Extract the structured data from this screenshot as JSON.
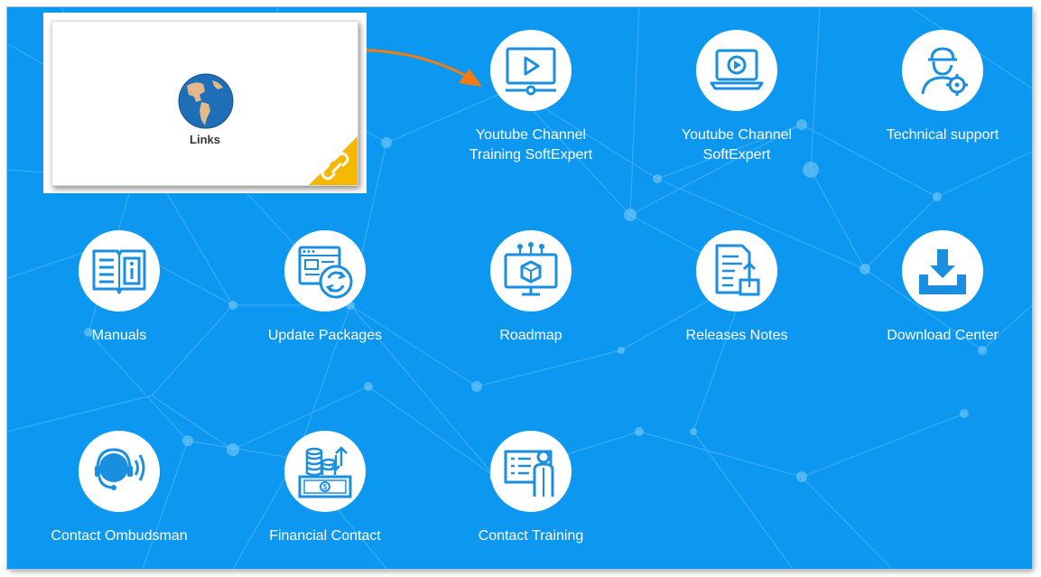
{
  "popup": {
    "label": "Links",
    "icon": "globe-icon",
    "corner_icon": "link-icon",
    "corner_color": "#f5b800"
  },
  "tiles": [
    {
      "id": "youtube-training",
      "label_line1": "Youtube Channel",
      "label_line2": "Training SoftExpert",
      "icon": "video-player-icon"
    },
    {
      "id": "youtube-softexpert",
      "label_line1": "Youtube Channel",
      "label_line2": "SoftExpert",
      "icon": "laptop-video-icon"
    },
    {
      "id": "technical-support",
      "label_line1": "Technical support",
      "label_line2": "",
      "icon": "technician-gear-icon"
    },
    {
      "id": "manuals",
      "label_line1": "Manuals",
      "label_line2": "",
      "icon": "book-info-icon"
    },
    {
      "id": "update-packages",
      "label_line1": "Update Packages",
      "label_line2": "",
      "icon": "window-refresh-icon"
    },
    {
      "id": "roadmap",
      "label_line1": "Roadmap",
      "label_line2": "",
      "icon": "monitor-cube-icon"
    },
    {
      "id": "releases-notes",
      "label_line1": "Releases Notes",
      "label_line2": "",
      "icon": "document-box-icon"
    },
    {
      "id": "download-center",
      "label_line1": "Download Center",
      "label_line2": "",
      "icon": "download-tray-icon"
    },
    {
      "id": "contact-ombudsman",
      "label_line1": "Contact Ombudsman",
      "label_line2": "",
      "icon": "headset-icon"
    },
    {
      "id": "financial-contact",
      "label_line1": "Financial Contact",
      "label_line2": "",
      "icon": "money-coins-icon"
    },
    {
      "id": "contact-training",
      "label_line1": "Contact Training",
      "label_line2": "",
      "icon": "presenter-board-icon"
    }
  ],
  "colors": {
    "background": "#0c98f0",
    "icon_blue": "#1a8fe0",
    "arrow_orange": "#f07c12"
  }
}
